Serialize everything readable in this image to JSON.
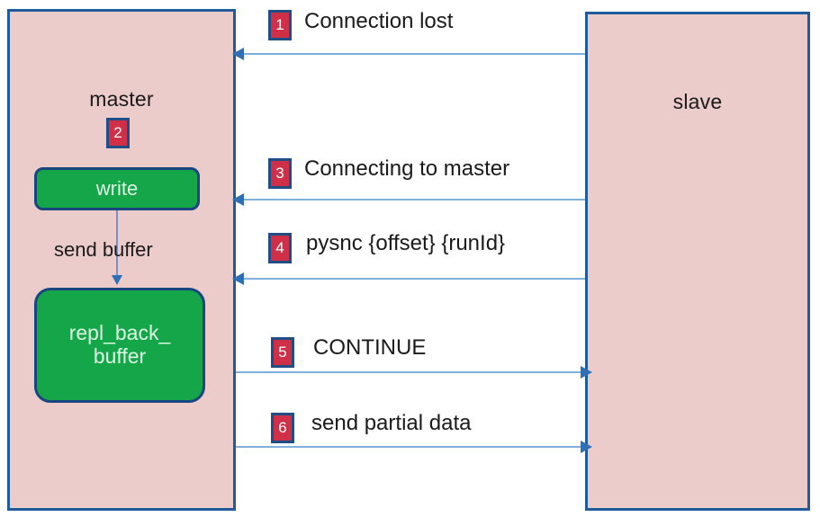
{
  "diagram": {
    "title": "Redis master-slave partial resynchronization sequence",
    "colors": {
      "participant_fill": "#eccbcb",
      "participant_border": "#1f5c99",
      "node_fill": "#15a64a",
      "node_border": "#19467e",
      "badge_fill": "#cf3048",
      "badge_border": "#1f4e87",
      "arrow": "#2f6fb5",
      "line": "#7fb0dd",
      "background": "#ffffff"
    },
    "participants": [
      {
        "id": "master",
        "label": "master"
      },
      {
        "id": "slave",
        "label": "slave"
      }
    ],
    "master_internals": {
      "step_badge": "2",
      "write_node": "write",
      "repl_node": "repl_back_\nbuffer",
      "flow_label": "send buffer"
    },
    "messages": [
      {
        "number": "1",
        "text": "Connection lost",
        "direction": "slave-to-master"
      },
      {
        "number": "3",
        "text": "Connecting to master",
        "direction": "slave-to-master"
      },
      {
        "number": "4",
        "text": "pysnc {offset} {runId}",
        "direction": "slave-to-master"
      },
      {
        "number": "5",
        "text": "CONTINUE",
        "direction": "master-to-slave"
      },
      {
        "number": "6",
        "text": "send partial data",
        "direction": "master-to-slave"
      }
    ]
  }
}
